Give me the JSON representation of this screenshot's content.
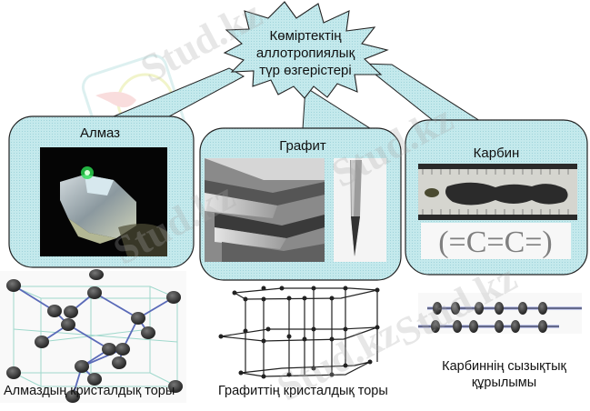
{
  "central_node": {
    "lines": [
      "Көміртектің",
      "аллотропиялық",
      "түр өзгерістері"
    ]
  },
  "callouts": [
    {
      "title": "Алмаз",
      "image": "diamond-photo"
    },
    {
      "title": "Графит",
      "image": "graphite-photo",
      "image2": "pencil-photo"
    },
    {
      "title": "Карбин",
      "image": "carbyne-sample-on-ruler-photo",
      "formula": "(=C=C=)"
    }
  ],
  "captions": {
    "diamond_lattice": "Алмаздың кристалдық торы",
    "graphite_lattice": "Графиттің кристалдық торы",
    "carbyne_structure_line1": "Карбиннің сызықтық",
    "carbyne_structure_line2": "құрылымы"
  },
  "watermark": "Stud.kz",
  "colors": {
    "fill": "#bfe6ea",
    "stroke": "#222222"
  }
}
